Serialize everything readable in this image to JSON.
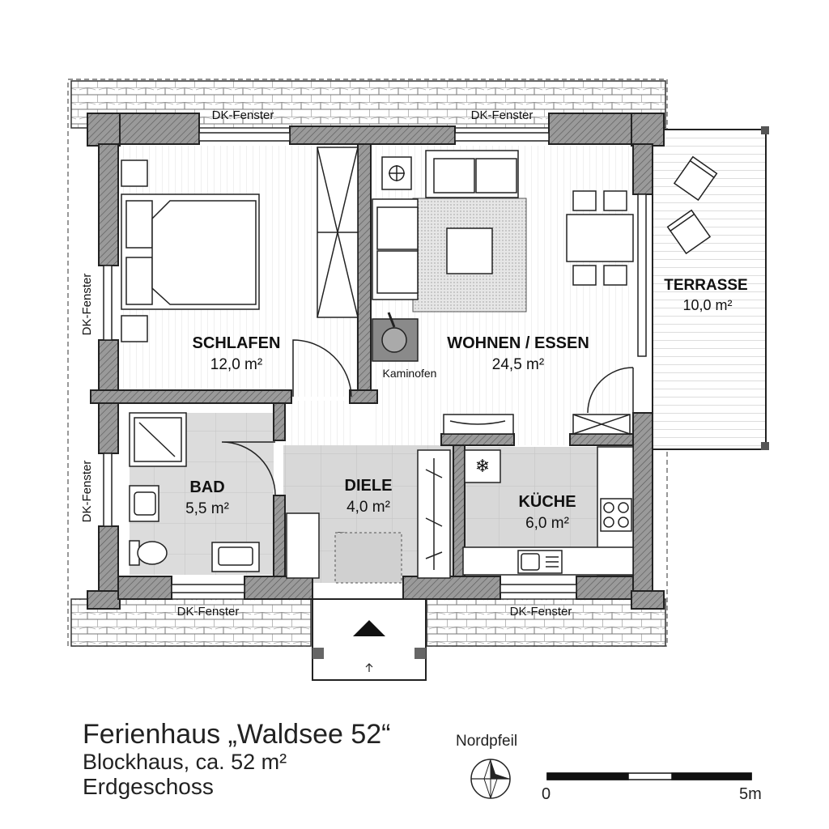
{
  "rooms": {
    "schlafen": {
      "name": "SCHLAFEN",
      "area": "12,0 m²"
    },
    "wohnen": {
      "name": "WOHNEN / ESSEN",
      "area": "24,5 m²"
    },
    "terrasse": {
      "name": "TERRASSE",
      "area": "10,0 m²"
    },
    "bad": {
      "name": "BAD",
      "area": "5,5 m²"
    },
    "diele": {
      "name": "DIELE",
      "area": "4,0 m²"
    },
    "kueche": {
      "name": "KÜCHE",
      "area": "6,0 m²"
    }
  },
  "labels": {
    "window": "DK-Fenster",
    "stove": "Kaminofen"
  },
  "title": {
    "line1": "Ferienhaus „Waldsee 52“",
    "line2": "Blockhaus, ca. 52 m²",
    "line3": "Erdgeschoss"
  },
  "north": {
    "label": "Nordpfeil"
  },
  "scale": {
    "start": "0",
    "end": "5m"
  },
  "colors": {
    "wall": "#8a8a8a",
    "wall_stroke": "#222222",
    "tile": "#d6d6d6",
    "rug": "#d0d0d0",
    "stove": "#8a8a8a"
  }
}
